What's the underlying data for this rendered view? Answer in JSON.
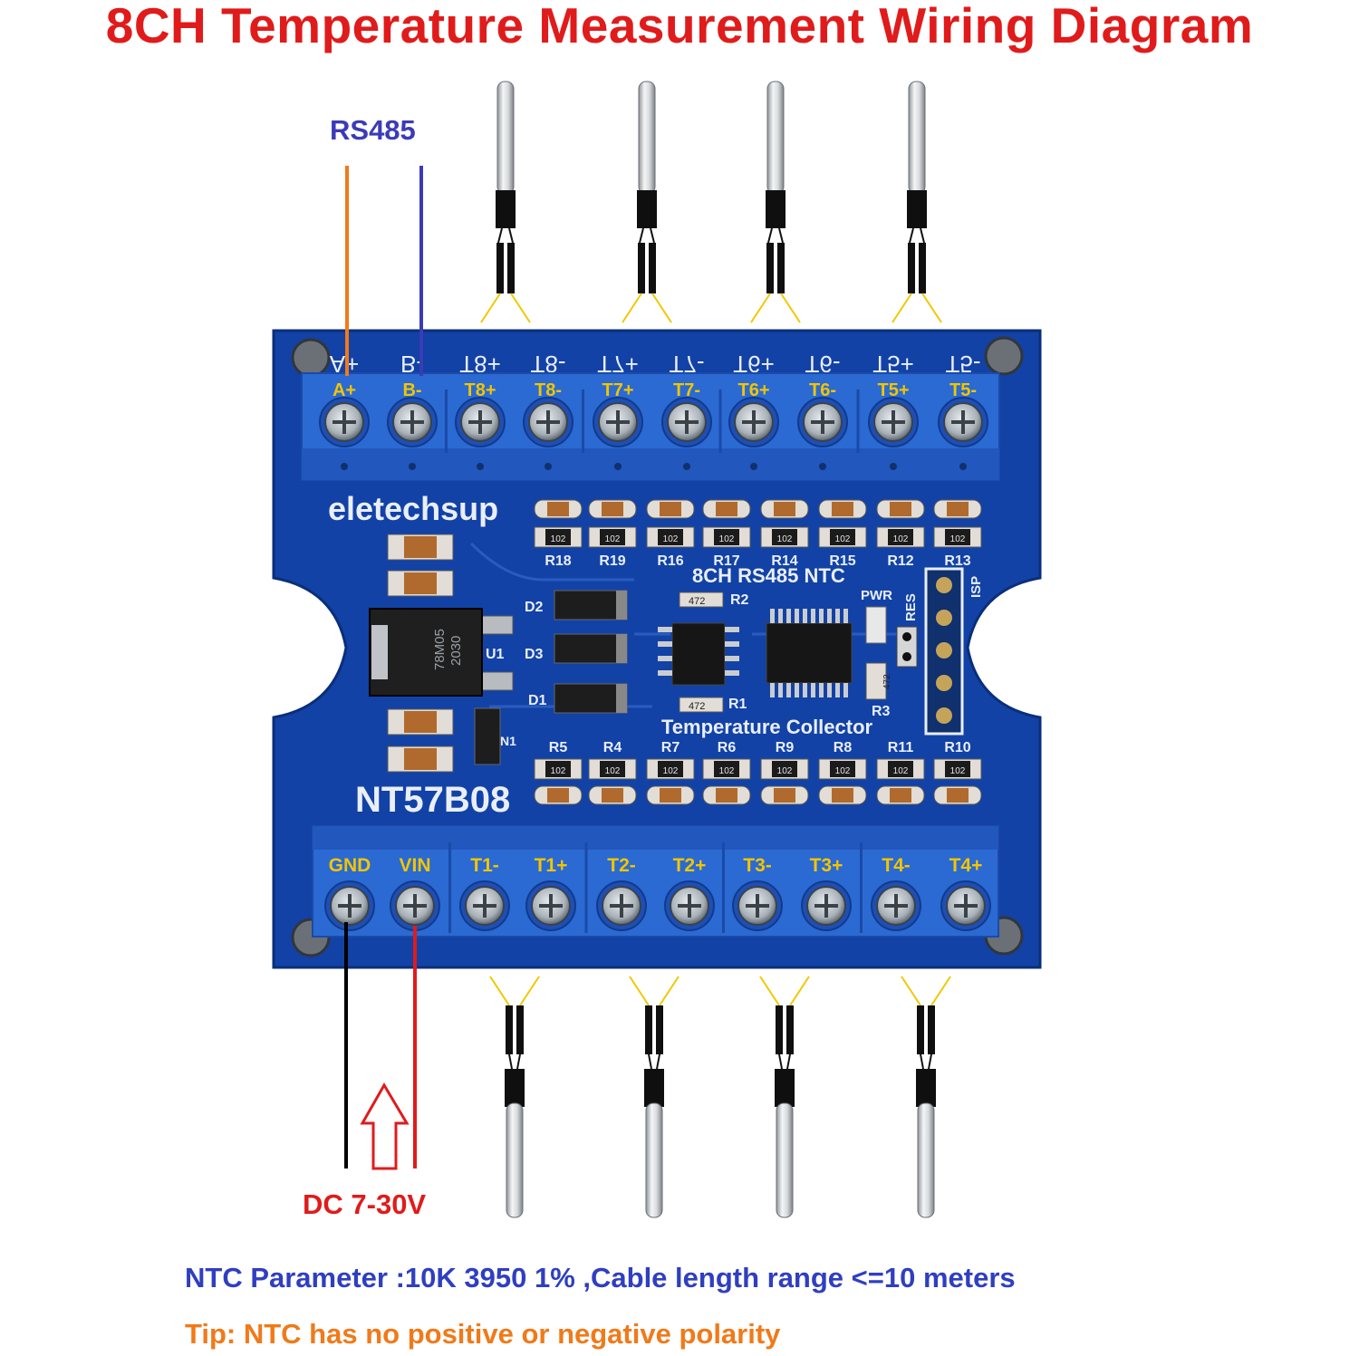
{
  "title": "8CH Temperature Measurement Wiring Diagram",
  "rs485_label": "RS485",
  "power_label": "DC 7-30V",
  "note_ntc": "NTC Parameter :10K 3950 1% ,Cable length range <=10 meters",
  "note_tip": "Tip: NTC has no positive or negative polarity",
  "board": {
    "brand": "eletechsup",
    "model": "NT57B08",
    "subtitle": "8CH RS485 NTC",
    "function": "Temperature Collector",
    "regulator_marking": [
      "78M05",
      "2030"
    ],
    "top_terminals": [
      "A+",
      "B-",
      "T8+",
      "T8-",
      "T7+",
      "T7-",
      "T6+",
      "T6-",
      "T5+",
      "T5-"
    ],
    "bottom_terminals": [
      "GND",
      "VIN",
      "T1-",
      "T1+",
      "T2-",
      "T2+",
      "T3-",
      "T3+",
      "T4-",
      "T4+"
    ],
    "top_resistors": [
      "R18",
      "R19",
      "R16",
      "R17",
      "R14",
      "R15",
      "R12",
      "R13"
    ],
    "bottom_resistors": [
      "R5",
      "R4",
      "R7",
      "R6",
      "R9",
      "R8",
      "R11",
      "R10"
    ],
    "resistor_values": [
      "102",
      "472",
      "472",
      "472"
    ],
    "components": [
      "D2",
      "D3",
      "D1",
      "U1",
      "N1",
      "R2",
      "R1",
      "R3",
      "PWR",
      "RES",
      "ISP"
    ]
  },
  "colors": {
    "title": "#e01b1b",
    "rs485": "#3b3bb8",
    "power_label": "#e01b1b",
    "note_ntc": "#2f3fc0",
    "note_tip": "#f07a1a",
    "board": "#1242a6",
    "terminal_block": "#2a6ad2",
    "terminal_label": "#f2c500",
    "wire_a_plus": "#f07a1a",
    "wire_b_minus": "#3b3bb8",
    "wire_gnd": "#000000",
    "wire_vin": "#e01b1b",
    "probe_lead": "#f0c800"
  }
}
